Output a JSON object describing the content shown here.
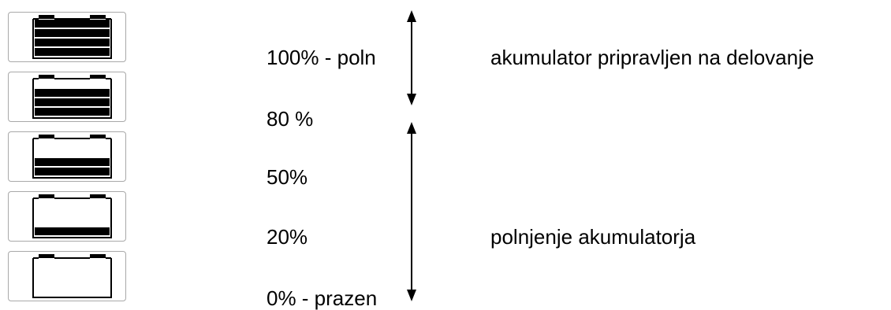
{
  "levels": {
    "full": "100% - poln",
    "eighty": "80 %",
    "fifty": "50%",
    "twenty": "20%",
    "empty": "0% - prazen"
  },
  "descriptions": {
    "ready": "akumulator pripravljen na delovanje",
    "charging": "polnjenje akumulatorja"
  },
  "battery_icons": [
    {
      "level_label": "100%",
      "bars_filled": 4
    },
    {
      "level_label": "80 %",
      "bars_filled": 3
    },
    {
      "level_label": "50%",
      "bars_filled": 2
    },
    {
      "level_label": "20%",
      "bars_filled": 1
    },
    {
      "level_label": "0%",
      "bars_filled": 0
    }
  ]
}
